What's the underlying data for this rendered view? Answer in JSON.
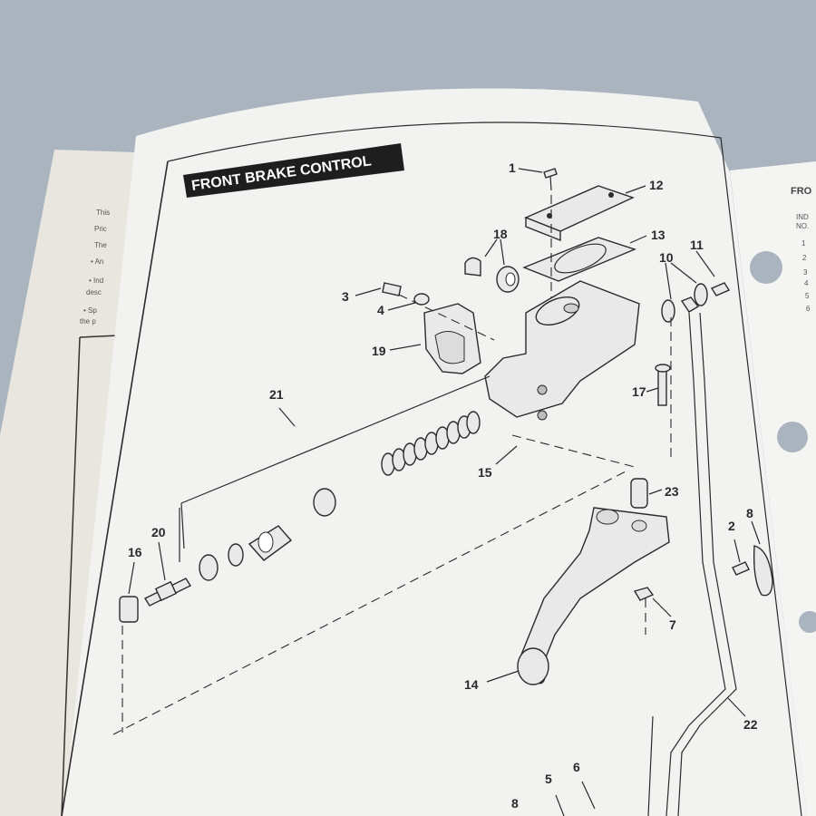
{
  "page": {
    "title": "FRONT BRAKE CONTROL"
  },
  "left_page_fragments": [
    "This",
    "Pric",
    "The",
    "• An",
    "• Ind",
    "desc",
    "• Sp",
    "the p"
  ],
  "right_page_fragments": {
    "heading": "FRO",
    "col_head_1": "IND",
    "col_head_2": "NO.",
    "numbers": [
      "1",
      "2",
      "3",
      "4",
      "5",
      "6"
    ]
  },
  "callouts": {
    "c1": "1",
    "c12": "12",
    "c13": "13",
    "c18": "18",
    "c10": "10",
    "c11": "11",
    "c3": "3",
    "c4": "4",
    "c19": "19",
    "c21": "21",
    "c17": "17",
    "c15": "15",
    "c23": "23",
    "c20": "20",
    "c16": "16",
    "c2": "2",
    "c8a": "8",
    "c7": "7",
    "c14": "14",
    "c22": "22",
    "c5": "5",
    "c6": "6",
    "c8b": "8"
  },
  "colors": {
    "background": "#a9b4bf",
    "page": "#f2f2f0",
    "ink": "#2b2b2b",
    "title_bar": "#1e1e1e"
  }
}
